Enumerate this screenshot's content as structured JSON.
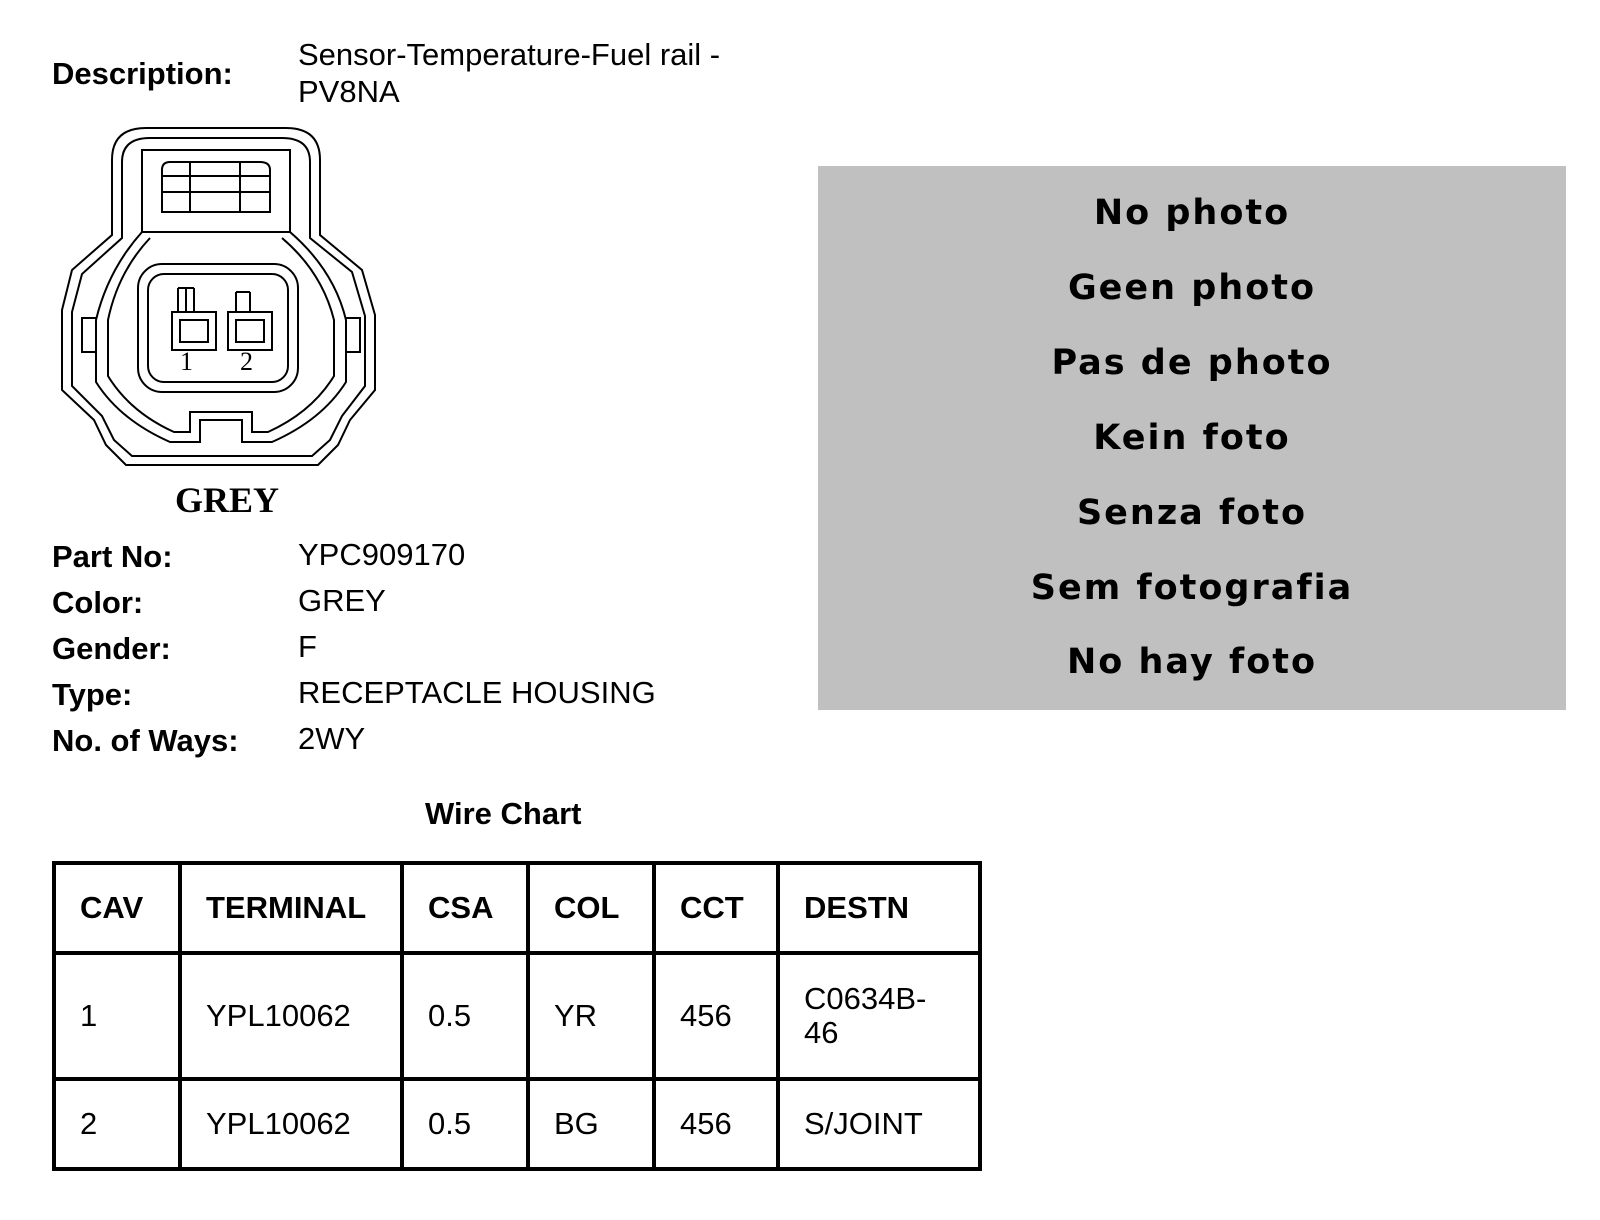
{
  "description": {
    "label": "Description:",
    "value": "Sensor-Temperature-Fuel rail - PV8NA"
  },
  "connector": {
    "color_label": "GREY",
    "pins": [
      "1",
      "2"
    ]
  },
  "details": [
    {
      "label": "Part No:",
      "value": "YPC909170"
    },
    {
      "label": "Color:",
      "value": "GREY"
    },
    {
      "label": "Gender:",
      "value": "F"
    },
    {
      "label": "Type:",
      "value": "RECEPTACLE HOUSING"
    },
    {
      "label": "No. of Ways:",
      "value": "2WY"
    }
  ],
  "photo_placeholder": {
    "lines": [
      "No photo",
      "Geen photo",
      "Pas de photo",
      "Kein foto",
      "Senza foto",
      "Sem fotografia",
      "No hay foto"
    ]
  },
  "wire_chart": {
    "title": "Wire Chart",
    "headers": [
      "CAV",
      "TERMINAL",
      "CSA",
      "COL",
      "CCT",
      "DESTN"
    ],
    "rows": [
      [
        "1",
        "YPL10062",
        "0.5",
        "YR",
        "456",
        "C0634B-46"
      ],
      [
        "2",
        "YPL10062",
        "0.5",
        "BG",
        "456",
        "S/JOINT"
      ]
    ]
  }
}
